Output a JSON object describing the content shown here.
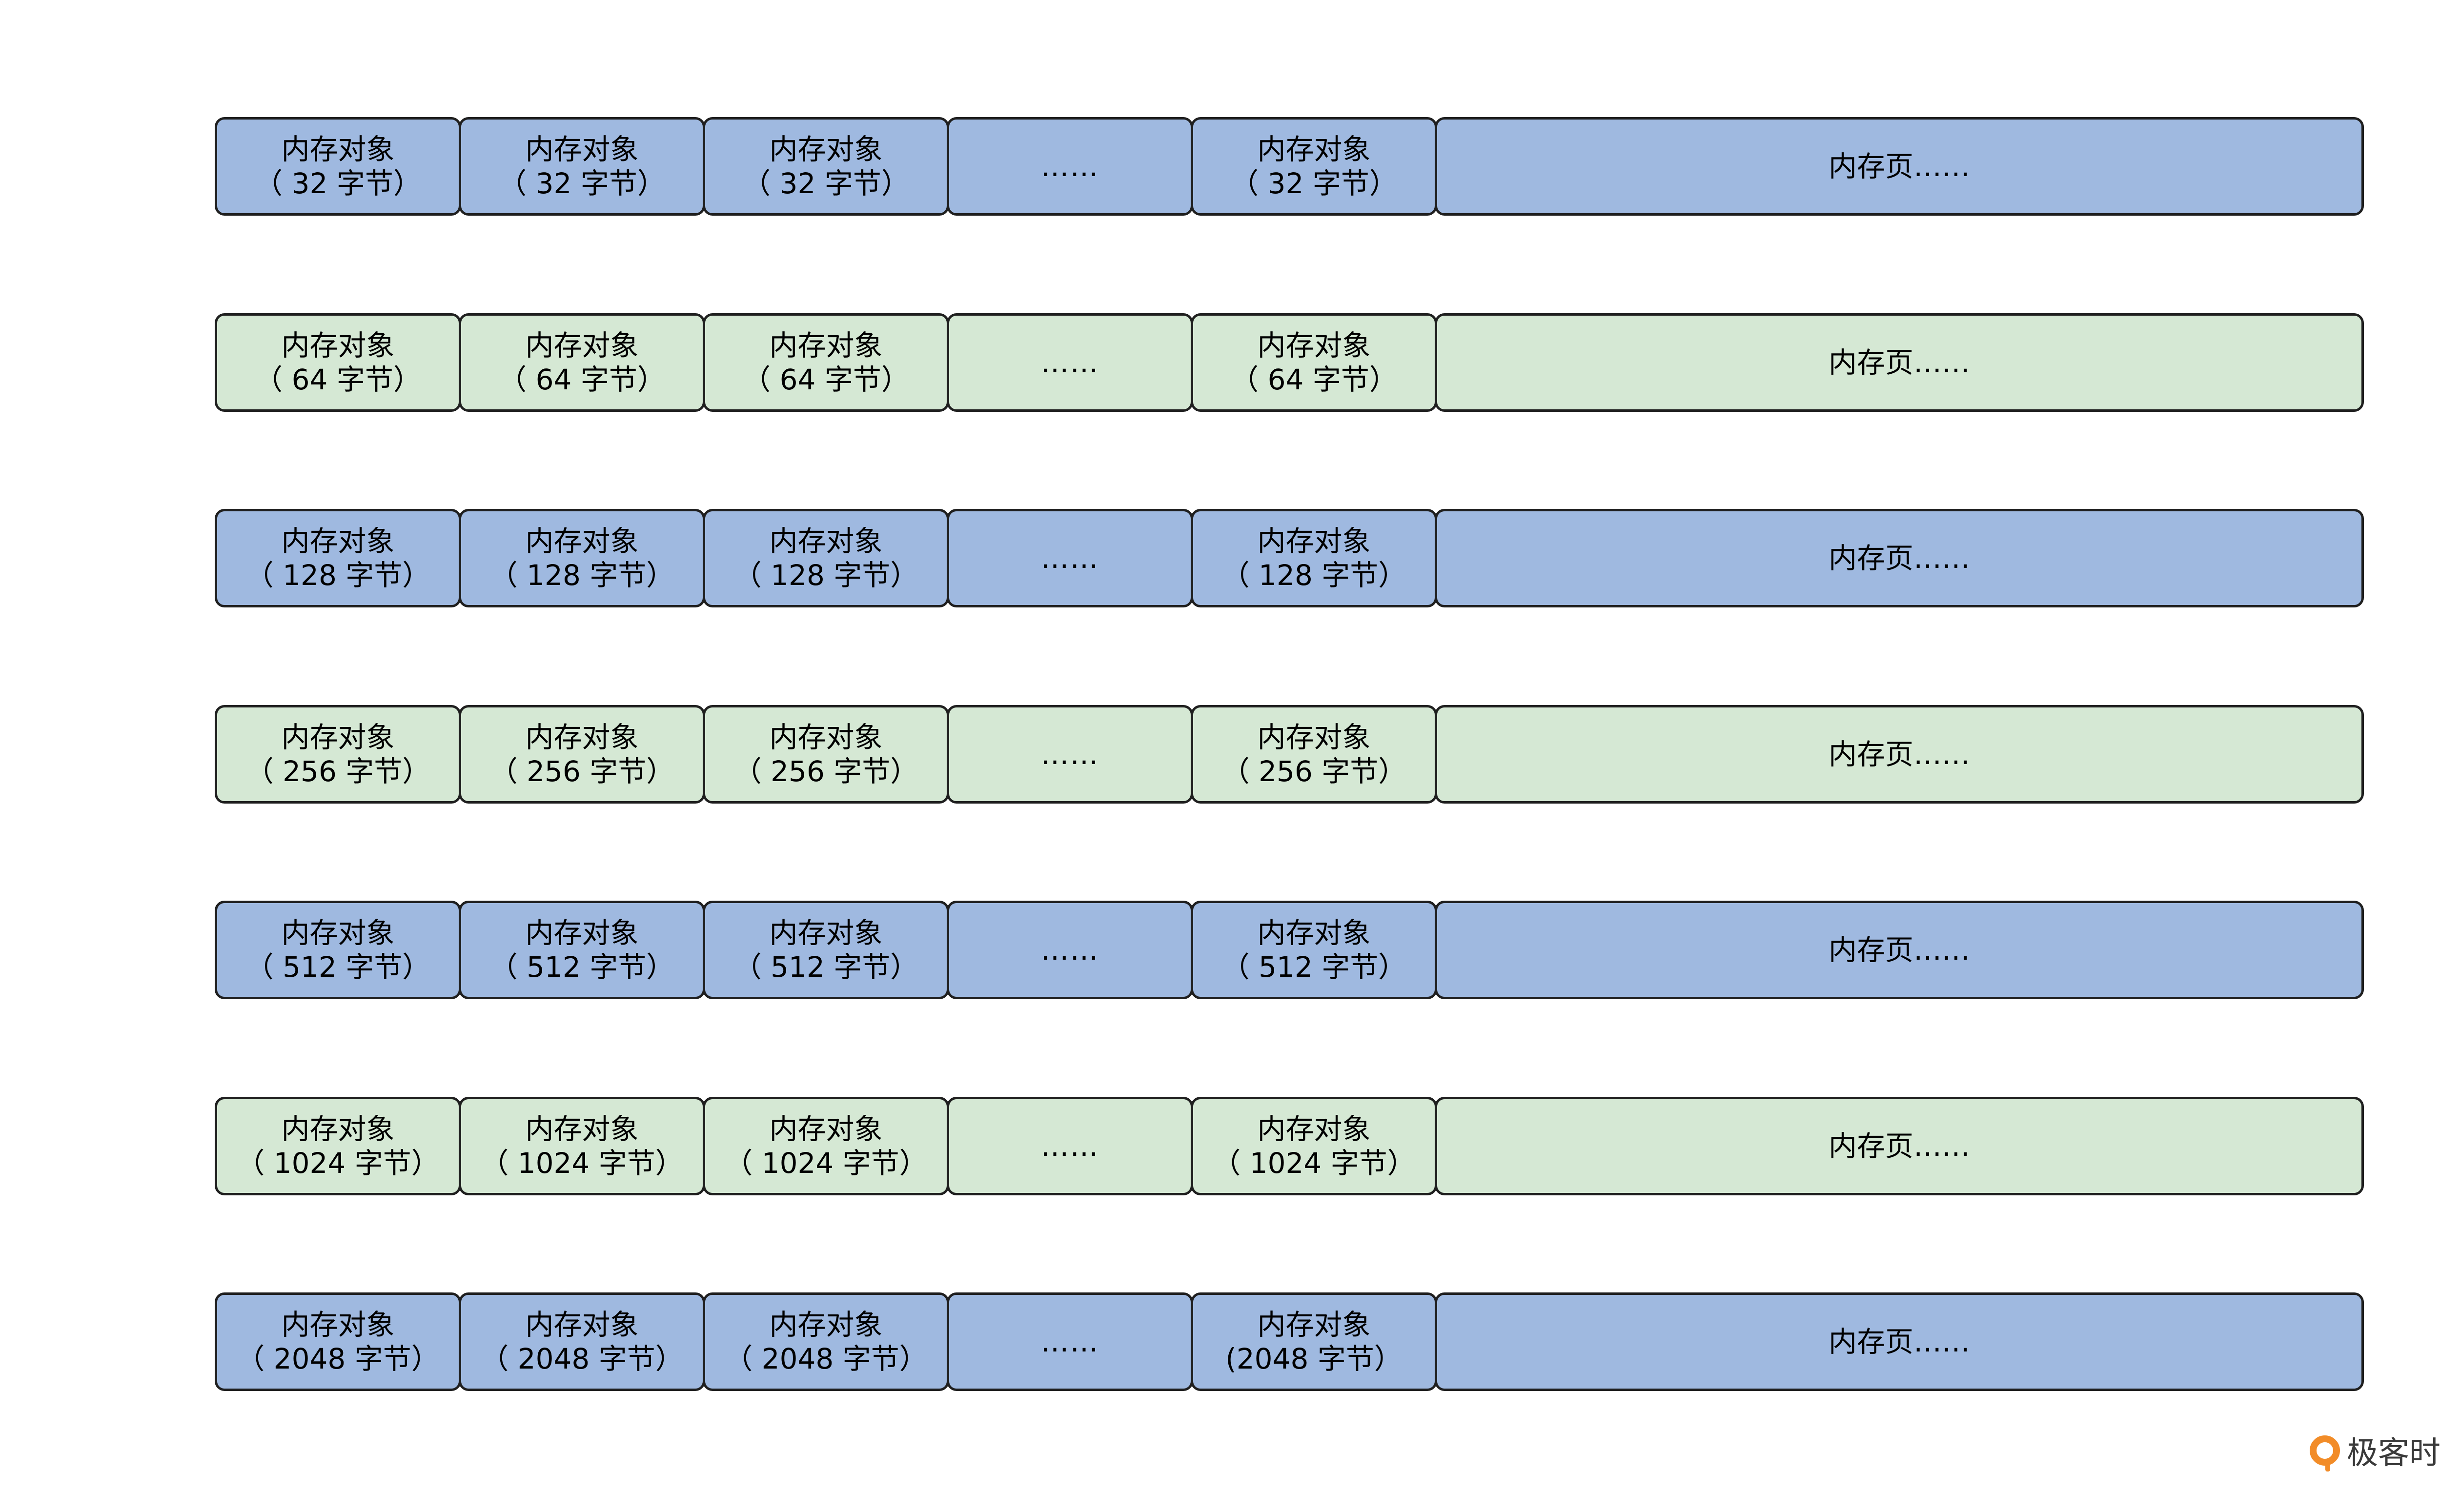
{
  "rows": [
    {
      "color": "blue",
      "objects": [
        [
          "内存对象",
          "（ 32 字节）"
        ],
        [
          "内存对象",
          "（ 32 字节）"
        ],
        [
          "内存对象",
          "（ 32 字节）"
        ],
        [
          "……",
          ""
        ],
        [
          "内存对象",
          "（ 32 字节）"
        ]
      ],
      "page": "内存页……"
    },
    {
      "color": "green",
      "objects": [
        [
          "内存对象",
          "（ 64 字节）"
        ],
        [
          "内存对象",
          "（ 64 字节）"
        ],
        [
          "内存对象",
          "（  64 字节）"
        ],
        [
          "……",
          ""
        ],
        [
          "内存对象",
          "（ 64 字节）"
        ]
      ],
      "page": "内存页……"
    },
    {
      "color": "blue",
      "objects": [
        [
          "内存对象",
          "（ 128 字节）"
        ],
        [
          "内存对象",
          "（ 128 字节）"
        ],
        [
          "内存对象",
          "（ 128 字节）"
        ],
        [
          "……",
          ""
        ],
        [
          "内存对象",
          "（ 128 字节）"
        ]
      ],
      "page": "内存页……"
    },
    {
      "color": "green",
      "objects": [
        [
          "内存对象",
          "（ 256 字节）"
        ],
        [
          "内存对象",
          "（ 256 字节）"
        ],
        [
          "内存对象",
          "（ 256 字节）"
        ],
        [
          "……",
          ""
        ],
        [
          "内存对象",
          "（ 256 字节）"
        ]
      ],
      "page": "内存页……"
    },
    {
      "color": "blue",
      "objects": [
        [
          "内存对象",
          "（ 512 字节）"
        ],
        [
          "内存对象",
          "（ 512 字节）"
        ],
        [
          "内存对象",
          "（ 512 字节）"
        ],
        [
          "……",
          ""
        ],
        [
          "内存对象",
          "（ 512 字节）"
        ]
      ],
      "page": "内存页……"
    },
    {
      "color": "green",
      "objects": [
        [
          "内存对象",
          "（ 1024 字节）"
        ],
        [
          "内存对象",
          "（ 1024 字节）"
        ],
        [
          "内存对象",
          "（ 1024 字节）"
        ],
        [
          "……",
          ""
        ],
        [
          "内存对象",
          "（ 1024 字节）"
        ]
      ],
      "page": "内存页……"
    },
    {
      "color": "blue",
      "objects": [
        [
          "内存对象",
          "（ 2048 字节）"
        ],
        [
          "内存对象",
          "（ 2048 字节）"
        ],
        [
          "内存对象",
          "（ 2048 字节）"
        ],
        [
          "……",
          ""
        ],
        [
          "内存对象",
          "(2048 字节）"
        ]
      ],
      "page": "内存页……"
    }
  ],
  "colors": {
    "blue": "#9fb9e0",
    "green": "#d5e8d4",
    "border": "#1f1f1f",
    "logo": "#f28c28"
  },
  "logo": {
    "text": "极客时间"
  }
}
